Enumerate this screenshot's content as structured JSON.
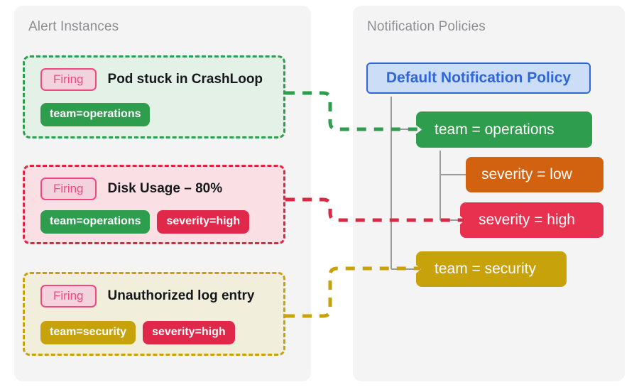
{
  "panels": {
    "alerts": {
      "title": "Alert Instances"
    },
    "policies": {
      "title": "Notification Policies"
    }
  },
  "colors": {
    "green": "#2e9e4e",
    "red": "#e0294a",
    "gold": "#c8a20a",
    "orange": "#d2620f",
    "blue": "#2f66d8",
    "firing_pink": "#f4477f",
    "panel_bg": "#f4f4f5",
    "tree_line": "#9b9b9b"
  },
  "alerts": [
    {
      "state": "Firing",
      "title": "Pod stuck in CrashLoop",
      "accent": "green",
      "tags": [
        {
          "label": "team=operations",
          "color": "green"
        }
      ]
    },
    {
      "state": "Firing",
      "title": "Disk Usage – 80%",
      "accent": "red",
      "tags": [
        {
          "label": "team=operations",
          "color": "green"
        },
        {
          "label": "severity=high",
          "color": "red"
        }
      ]
    },
    {
      "state": "Firing",
      "title": "Unauthorized log entry",
      "accent": "gold",
      "tags": [
        {
          "label": "team=security",
          "color": "gold"
        },
        {
          "label": "severity=high",
          "color": "red"
        }
      ]
    }
  ],
  "policies": {
    "root": {
      "label": "Default Notification Policy"
    },
    "nodes": [
      {
        "label": "team = operations",
        "color": "green",
        "matched": true,
        "depth": 1
      },
      {
        "label": "severity = low",
        "color": "orange",
        "matched": false,
        "depth": 2
      },
      {
        "label": "severity = high",
        "color": "red",
        "matched": true,
        "depth": 2
      },
      {
        "label": "team = security",
        "color": "gold",
        "matched": true,
        "depth": 1
      }
    ]
  },
  "connections": [
    {
      "from": "alert-card-0",
      "to": "policy-node-0",
      "color": "#2e9e4e"
    },
    {
      "from": "alert-card-1",
      "to": "policy-node-2",
      "color": "#dc2743"
    },
    {
      "from": "alert-card-2",
      "to": "policy-node-3",
      "color": "#c8a20a"
    }
  ]
}
